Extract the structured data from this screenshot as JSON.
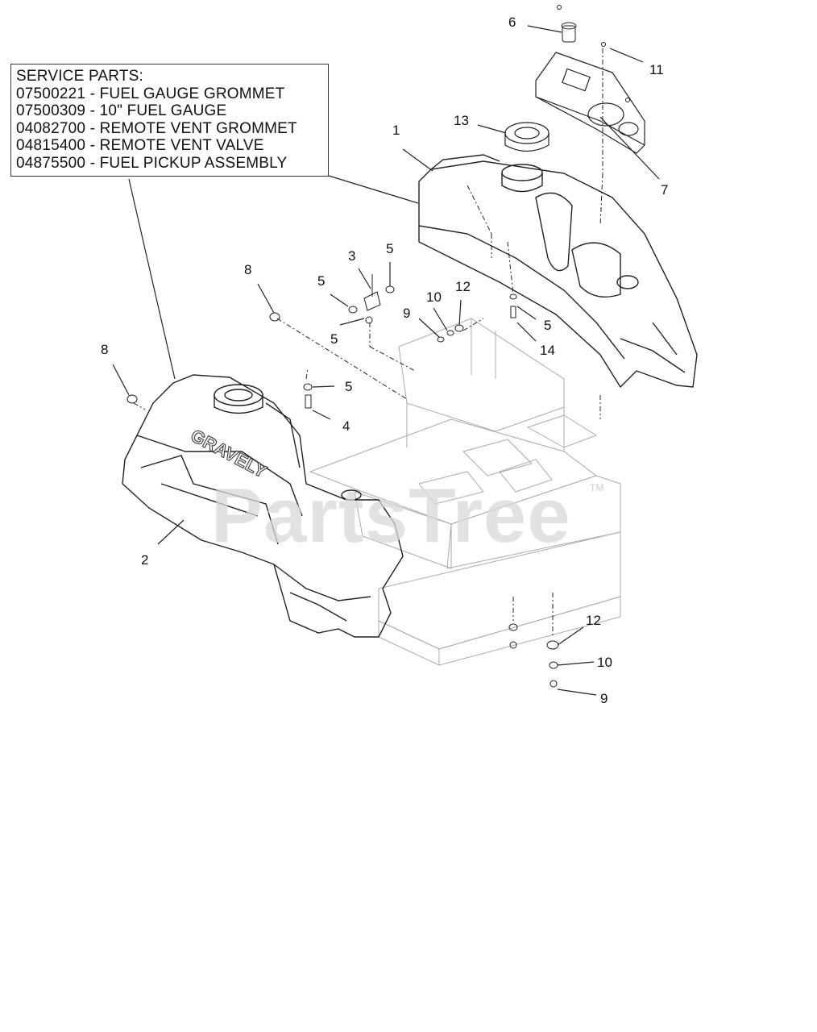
{
  "service_parts": {
    "heading": "SERVICE PARTS:",
    "items": [
      "07500221 - FUEL GAUGE GROMMET",
      "07500309 - 10\" FUEL GAUGE",
      "04082700 - REMOTE VENT GROMMET",
      "04815400 - REMOTE VENT VALVE",
      "04875500 - FUEL PICKUP ASSEMBLY"
    ]
  },
  "callouts": {
    "c1": "1",
    "c2": "2",
    "c3": "3",
    "c4": "4",
    "c5a": "5",
    "c5b": "5",
    "c5c": "5",
    "c5d": "5",
    "c5e": "5",
    "c6": "6",
    "c7": "7",
    "c8a": "8",
    "c8b": "8",
    "c9a": "9",
    "c9b": "9",
    "c10a": "10",
    "c10b": "10",
    "c11": "11",
    "c12a": "12",
    "c12b": "12",
    "c13": "13",
    "c14": "14"
  },
  "brand_text": "GRAVELY",
  "watermark": {
    "text": "PartsTree",
    "tm": "TM"
  }
}
